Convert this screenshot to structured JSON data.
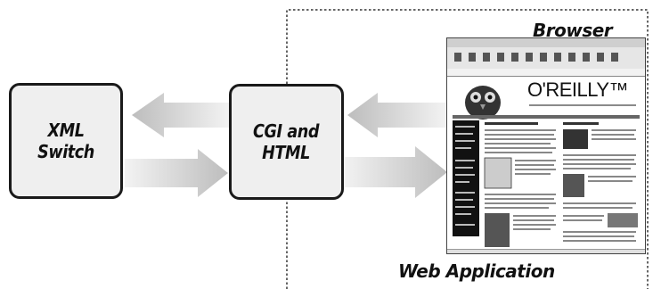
{
  "diagram": {
    "nodes": [
      {
        "id": "xml-switch",
        "label": "XML Switch"
      },
      {
        "id": "cgi-html",
        "label": "CGI and\nHTML"
      }
    ],
    "captions": {
      "browser": "Browser",
      "web_application": "Web Application"
    },
    "edges": [
      {
        "from": "cgi-html",
        "to": "xml-switch"
      },
      {
        "from": "xml-switch",
        "to": "cgi-html"
      },
      {
        "from": "browser",
        "to": "cgi-html"
      },
      {
        "from": "cgi-html",
        "to": "browser"
      }
    ]
  },
  "browser_window": {
    "brand": "O'REILLY™"
  },
  "colors": {
    "box_fill": "#efefef",
    "box_border": "#1a1a1a",
    "arrow_fill": "#d0d0d0",
    "dashed_boundary": "#333333"
  }
}
